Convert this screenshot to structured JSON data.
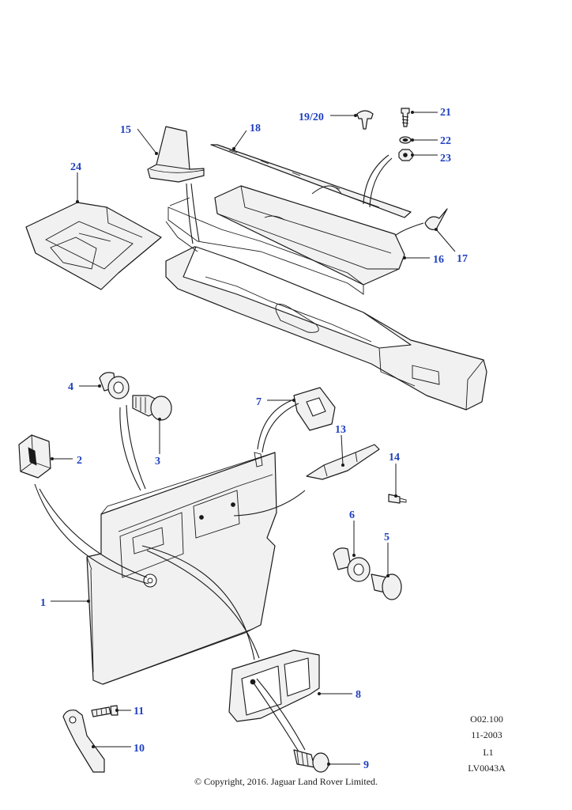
{
  "callouts": {
    "c1": "1",
    "c2": "2",
    "c3": "3",
    "c4": "4",
    "c5": "5",
    "c6": "6",
    "c7": "7",
    "c8": "8",
    "c9": "9",
    "c10": "10",
    "c11": "11",
    "c12_13": "13",
    "c14": "14",
    "c15": "15",
    "c16": "16",
    "c17": "17",
    "c18": "18",
    "c19_20": "19/20",
    "c21": "21",
    "c22": "22",
    "c23": "23",
    "c24": "24"
  },
  "meta": {
    "ref_code": "O02.100",
    "date": "11-2003",
    "level": "L1",
    "illustration_id": "LV0043A"
  },
  "copyright": "© Copyright, 2016. Jaguar Land Rover Limited.",
  "colors": {
    "callout": "#1f3fbf",
    "line": "#1a1a1a"
  }
}
